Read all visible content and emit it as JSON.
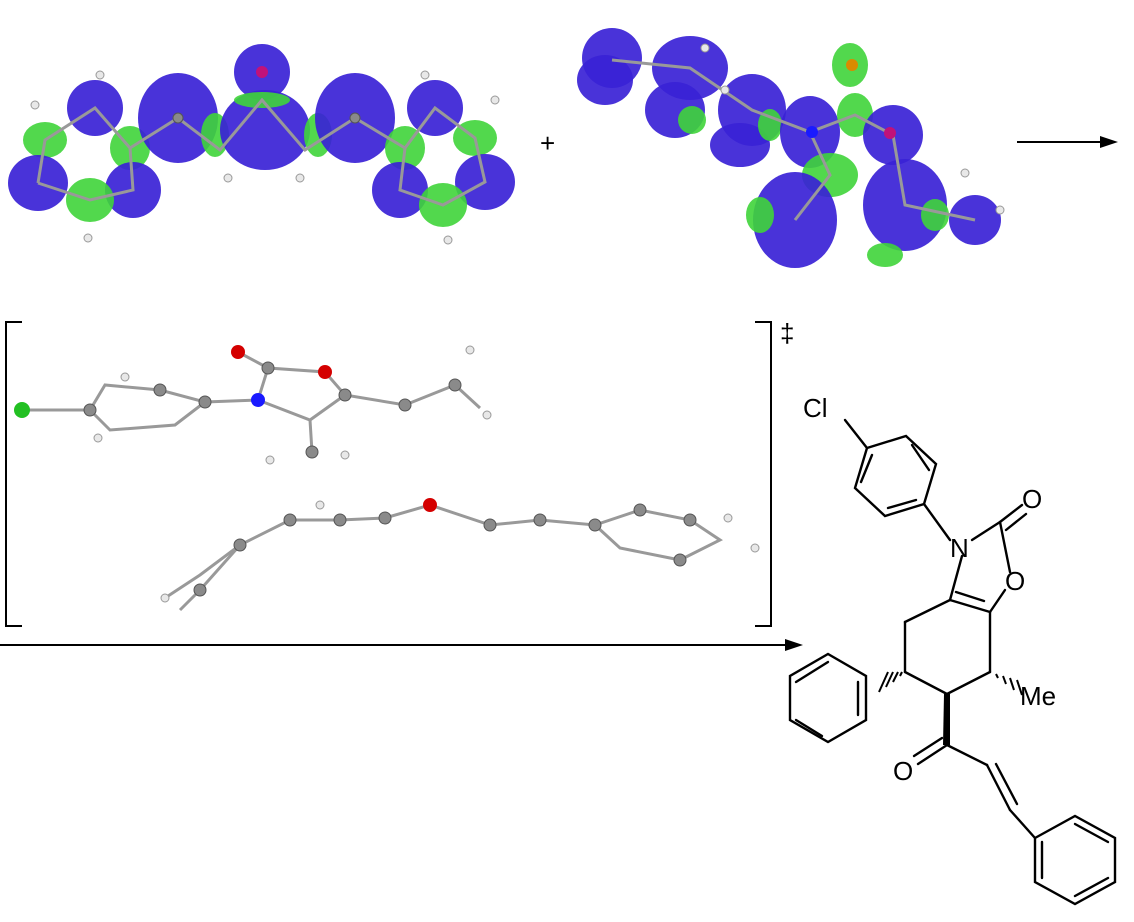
{
  "scheme": {
    "plus": "+",
    "ts_symbol": "‡",
    "product_labels": {
      "chloro": "Cl",
      "nitrogen": "N",
      "carbonyl_oxygen_ring": "O",
      "ring_oxygen": "O",
      "methyl": "Me",
      "ketone_oxygen": "O"
    }
  },
  "colors": {
    "orbital_positive": "#3a22d6",
    "orbital_negative": "#3fd43a",
    "oxygen": "#d40000",
    "nitrogen": "#1a1aff",
    "chlorine": "#22c022",
    "carbon": "#8a8a8a"
  }
}
